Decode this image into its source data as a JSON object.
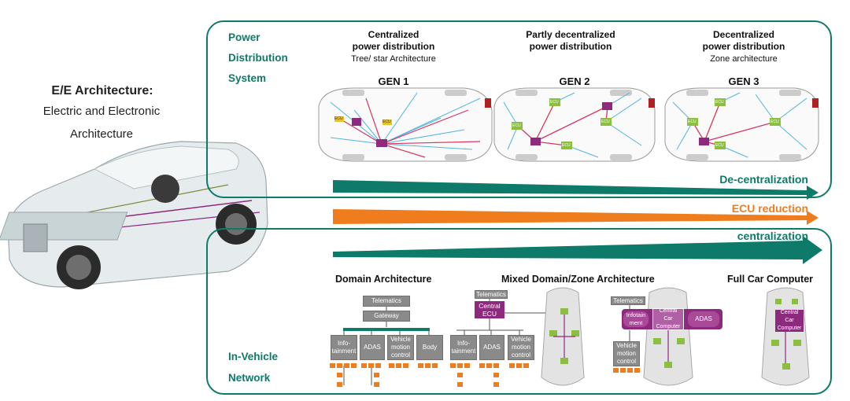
{
  "left": {
    "title": "E/E Architecture:",
    "subtitle_line1": "Electric and Electronic",
    "subtitle_line2": "Architecture"
  },
  "power": {
    "label_line1": "Power",
    "label_line2": "Distribution",
    "label_line3": "System",
    "columns": [
      {
        "header_line1": "Centralized",
        "header_line2": "power distribution",
        "sub": "Tree/ star Architecture",
        "gen": "GEN 1"
      },
      {
        "header_line1": "Partly decentralized",
        "header_line2": "power distribution",
        "sub": "",
        "gen": "GEN 2"
      },
      {
        "header_line1": "Decentralized",
        "header_line2": "power distribution",
        "sub": "Zone architecture",
        "gen": "GEN 3"
      }
    ],
    "ecu_labels": [
      "ECU",
      "ECU",
      "ECU",
      "ECU",
      "ECU",
      "ECU",
      "ECU",
      "ECU",
      "ECU",
      "ECU"
    ]
  },
  "arrows": {
    "decentral": "De-centralization",
    "ecu_reduction": "ECU reduction",
    "centralization": "centralization"
  },
  "network": {
    "label_line1": "In-Vehicle",
    "label_line2": "Network",
    "domain": {
      "title": "Domain Architecture",
      "telematics": "Telematics",
      "gateway": "Gateway",
      "boxes": [
        "Info-\ntainment",
        "ADAS",
        "Vehicle\nmotion\ncontrol",
        "Body"
      ]
    },
    "mixed": {
      "title": "Mixed Domain/Zone Architecture",
      "telematics": "Telematics",
      "central_ecu": "Central\nECU",
      "boxes": [
        "Info-\ntainment",
        "ADAS",
        "Vehicle\nmotion\ncontrol"
      ],
      "telematics2": "Telematics",
      "infotainment": "Infotain\nment",
      "central_car": "Central\nCar\nComputer",
      "adas": "ADAS",
      "vmc": "Vehicle\nmotion\ncontrol"
    },
    "full": {
      "title": "Full Car Computer",
      "central_car": "Central\nCar\nComputer"
    }
  },
  "colors": {
    "teal": "#0e7a6a",
    "orange": "#f07d1d",
    "magenta": "#8e2a7e",
    "green": "#8cbf3f"
  }
}
